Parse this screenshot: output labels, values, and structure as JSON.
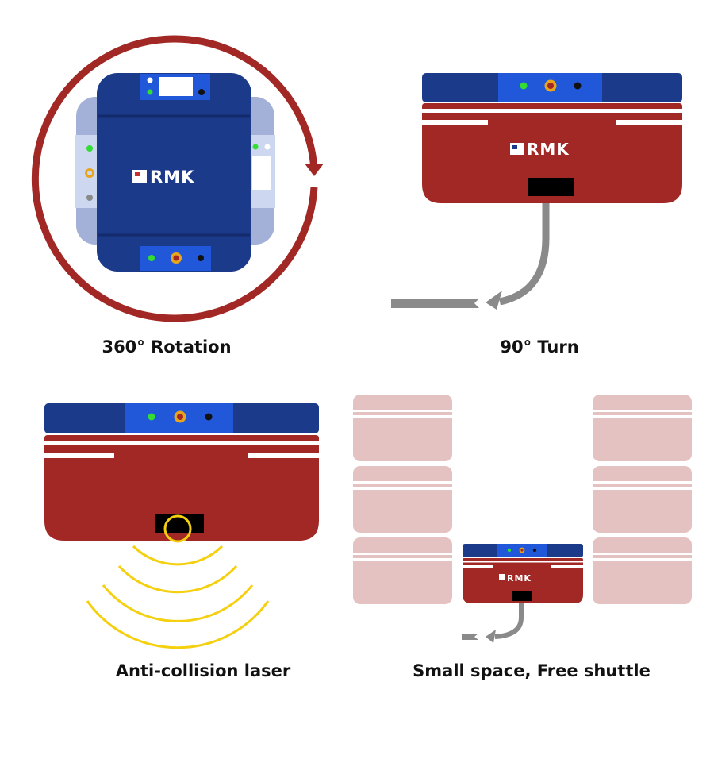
{
  "captions": {
    "rotation": "360° Rotation",
    "turn": "90° Turn",
    "laser": "Anti-collision laser",
    "shuttle": "Small space, Free shuttle"
  },
  "brand": {
    "logo_text": "RMK"
  },
  "colors": {
    "vehicle_red": "#a12824",
    "vehicle_navy": "#1b3a8a",
    "sensor_blue": "#2158d9",
    "arrow_gray": "#8a8a8a",
    "laser_yellow": "#f5d010",
    "ghost_pink": "#e4c2c2",
    "led_green": "#33dd33",
    "led_orange": "#e8a51c"
  },
  "icons": [
    "rotation-arrow-icon",
    "turn-arrow-icon",
    "laser-wave-icon",
    "shuttle-arrow-icon"
  ]
}
